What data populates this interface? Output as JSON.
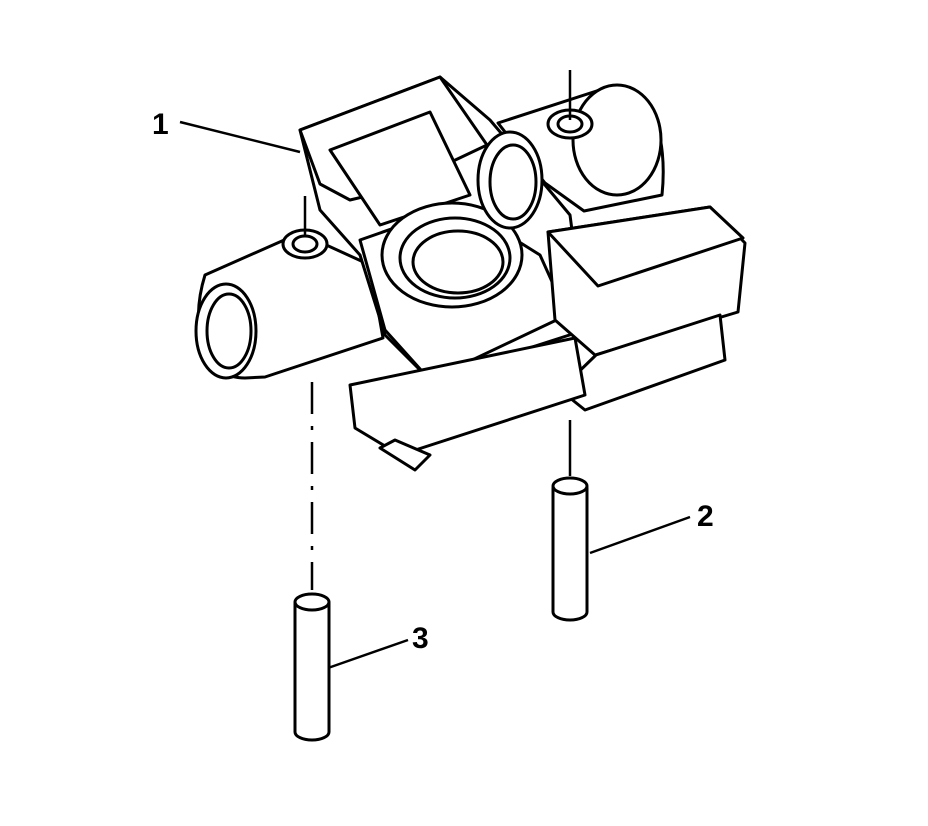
{
  "callouts": {
    "one": "1",
    "two": "2",
    "three": "3"
  },
  "colors": {
    "line": "#000000",
    "fill": "#ffffff"
  }
}
